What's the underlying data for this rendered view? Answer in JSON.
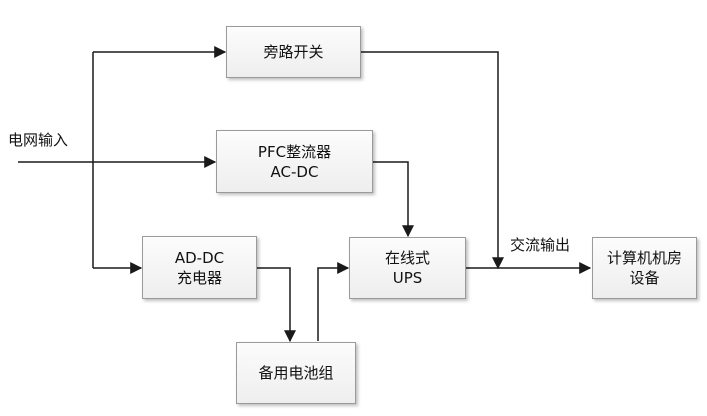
{
  "nodes": {
    "bypass_switch": {
      "lines": [
        "旁路开关"
      ]
    },
    "pfc_rectifier": {
      "lines": [
        "PFC整流器",
        "AC-DC"
      ]
    },
    "ad_dc_charger": {
      "lines": [
        "AD-DC",
        "充电器"
      ]
    },
    "online_ups": {
      "lines": [
        "在线式",
        "UPS"
      ]
    },
    "battery_pack": {
      "lines": [
        "备用电池组"
      ]
    },
    "computer_room": {
      "lines": [
        "计算机机房",
        "设备"
      ]
    }
  },
  "labels": {
    "grid_input": "电网输入",
    "ac_output": "交流输出"
  },
  "colors": {
    "line": "#1a1a1a",
    "box_border": "#9a9a9a"
  }
}
